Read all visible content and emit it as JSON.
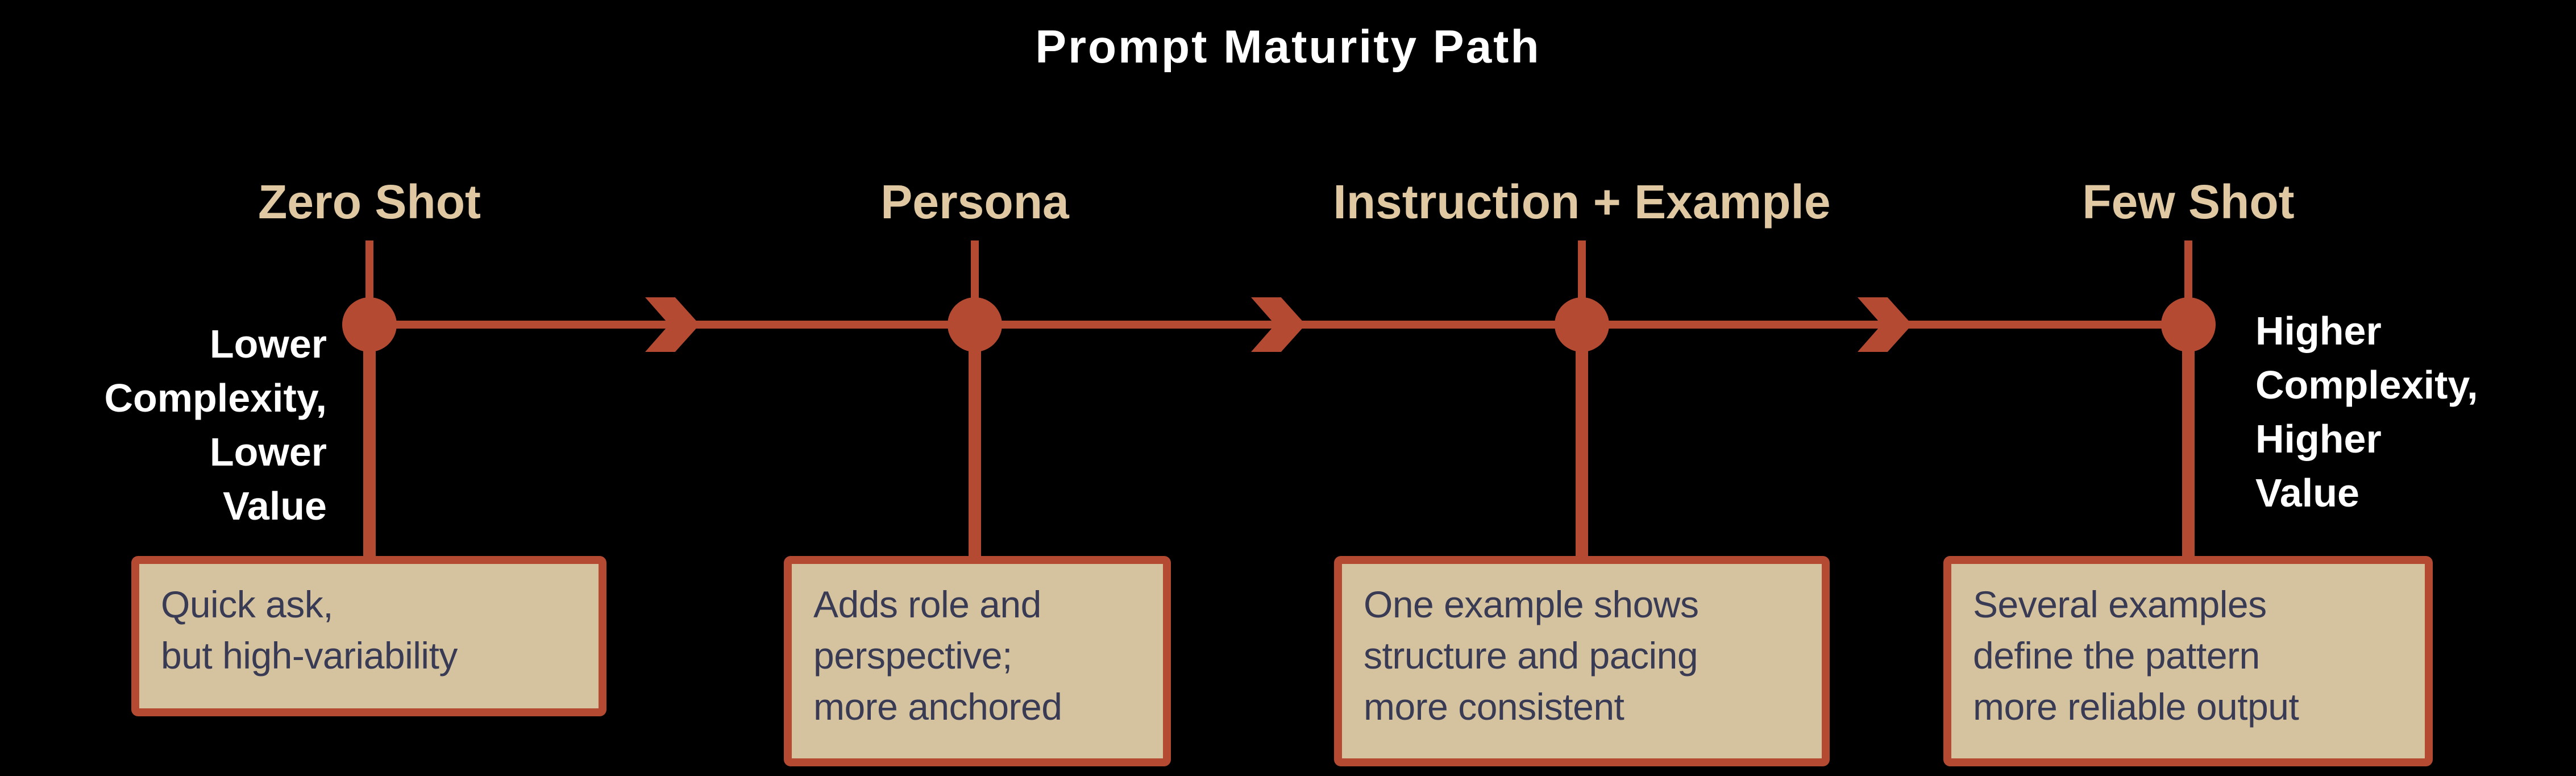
{
  "title": "Prompt Maturity Path",
  "colors": {
    "background": "#000000",
    "accent_red": "#b44a31",
    "label_beige": "#dfc8a2",
    "box_fill": "#d5c3a0",
    "box_text": "#393b54",
    "side_text": "#ffffff"
  },
  "axis": {
    "left_label": {
      "lines": [
        "Lower",
        "Complexity,",
        "Lower",
        "Value"
      ]
    },
    "right_label": {
      "lines": [
        "Higher",
        "Complexity,",
        "Higher",
        "Value"
      ]
    }
  },
  "stages": [
    {
      "label": "Zero Shot",
      "description": [
        "Quick ask,",
        "but high-variability"
      ]
    },
    {
      "label": "Persona",
      "description": [
        "Adds role and",
        "perspective;",
        "more anchored"
      ]
    },
    {
      "label": "Instruction + Example",
      "description": [
        "One example shows",
        "structure and pacing",
        "more consistent"
      ]
    },
    {
      "label": "Few Shot",
      "description": [
        "Several examples",
        "define the pattern",
        "more reliable output"
      ]
    }
  ]
}
